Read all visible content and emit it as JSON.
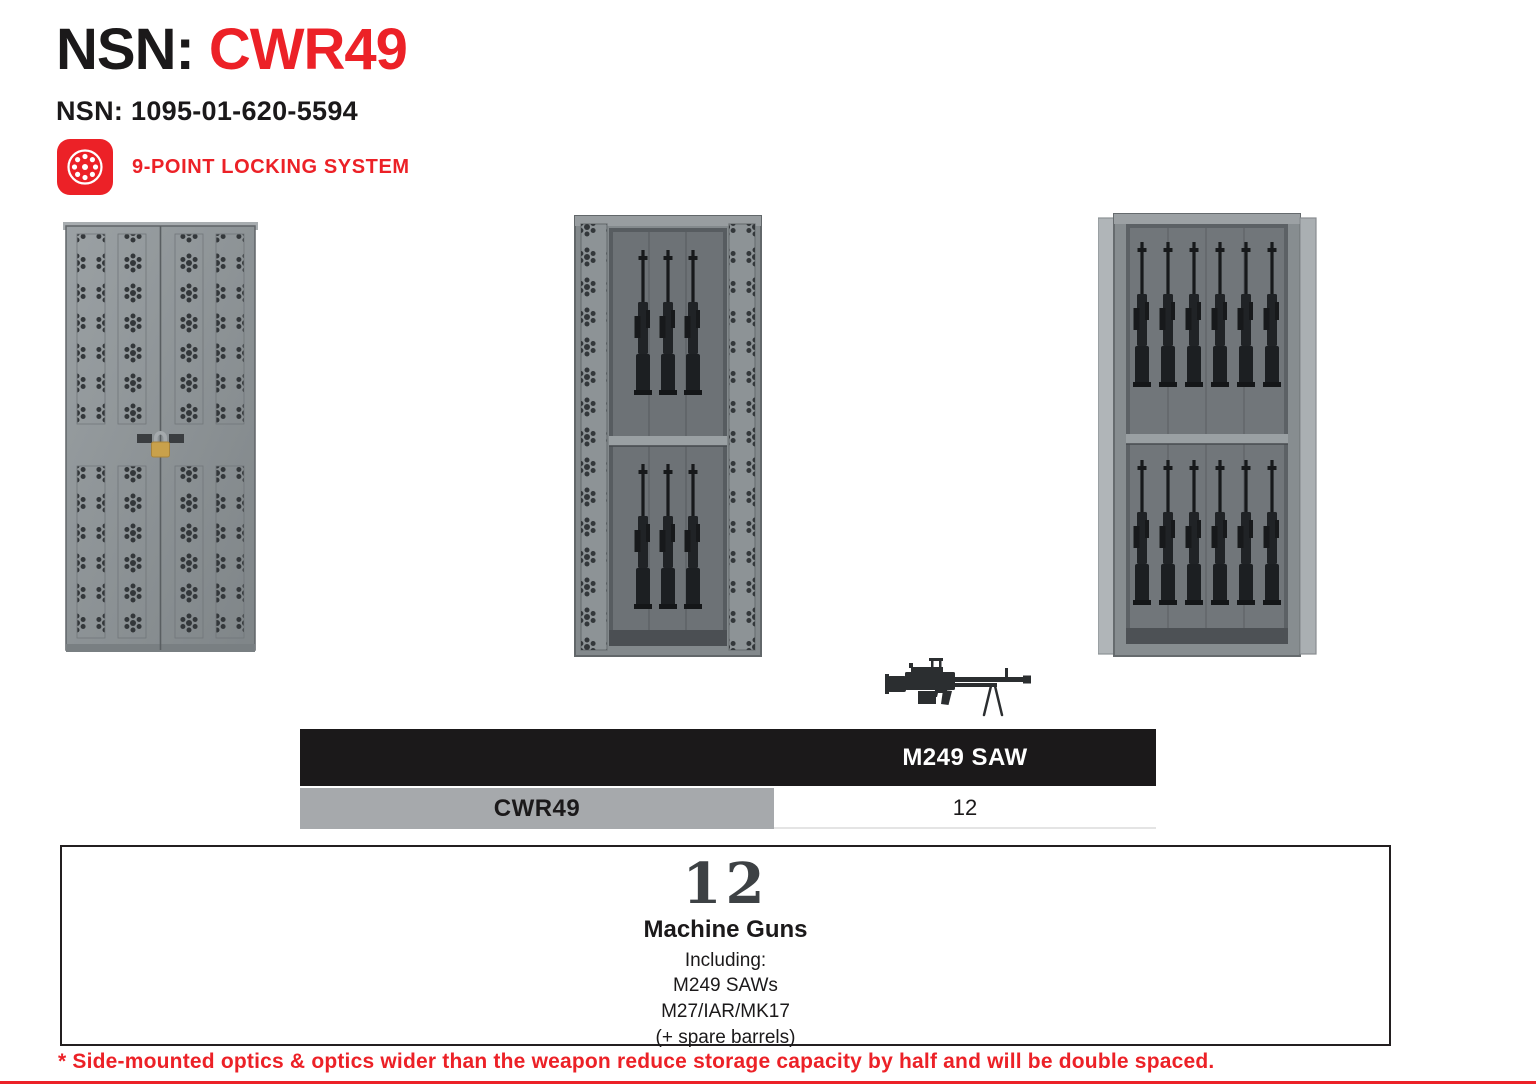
{
  "header": {
    "title_prefix": "NSN:",
    "title_model": "CWR49",
    "nsn_line": "NSN: 1095-01-620-5594",
    "locking_label": "9-POINT LOCKING SYSTEM"
  },
  "images": {
    "cabinet_closed": "closed-cabinet-perforated-doors-with-padlock",
    "cabinet_open": "open-cabinet-weapons-racked-two-levels",
    "cabinet_loaded": "open-cabinet-fully-loaded-two-shelves",
    "weapon": "m249-saw-side-silhouette"
  },
  "table": {
    "header_label": "M249 SAW",
    "rows": [
      {
        "model": "CWR49",
        "capacity": "12"
      }
    ]
  },
  "capacity_box": {
    "count": "12",
    "category": "Machine Guns",
    "including": "Including:",
    "items": [
      "M249 SAWs",
      "M27/IAR/MK17",
      "(+ spare barrels)"
    ]
  },
  "footnote": "* Side-mounted optics & optics wider than the weapon reduce storage capacity by half and will be double spaced.",
  "colors": {
    "accent_red": "#ec2127",
    "header_black": "#1b191a",
    "cell_gray": "#a6a9ac"
  }
}
